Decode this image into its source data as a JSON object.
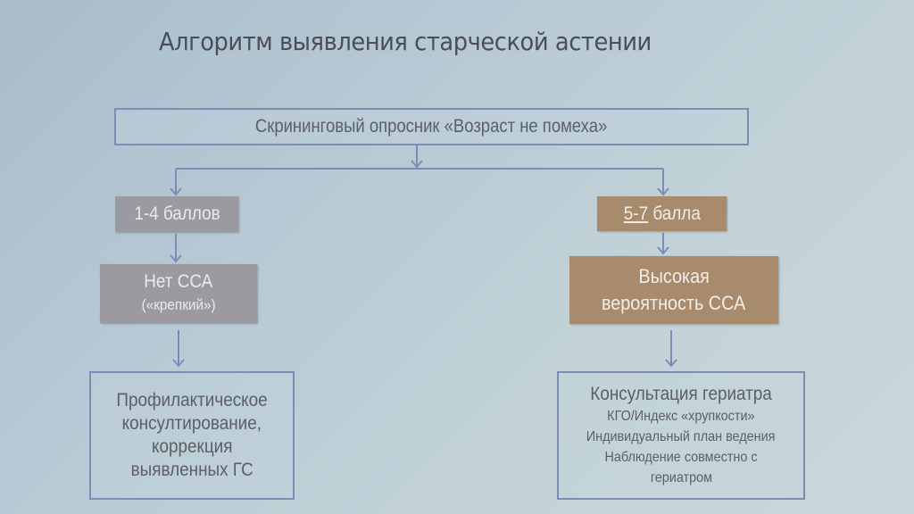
{
  "slide": {
    "title": "Алгоритм выявления старческой астении"
  },
  "flowchart": {
    "screening": {
      "label": "Скрининговый опросник «Возраст не помеха»"
    },
    "left_branch": {
      "score": "1-4 баллов",
      "result_line1": "Нет ССА",
      "result_line2": "(«крепкий»)",
      "action_lines": [
        "Профилактическое",
        "консултирование,",
        "коррекция",
        "выявленных ГС"
      ]
    },
    "right_branch": {
      "score_underlined": "5-7",
      "score_suffix": " балла",
      "result_line1": "Высокая",
      "result_line2": "вероятность ССА",
      "action_heading": "Консультация гериатра",
      "action_lines": [
        "КГО/Индекс «хрупкости»",
        "Индивидуальный план ведения",
        "Наблюдение совместно с",
        "гериатром"
      ]
    },
    "colors": {
      "connector": "#7a8db8",
      "grey_box": "#9a9aa0",
      "brown_box": "#a88a6c",
      "outline_border": "#7a8db8",
      "text_dark": "#5c5f66"
    }
  }
}
